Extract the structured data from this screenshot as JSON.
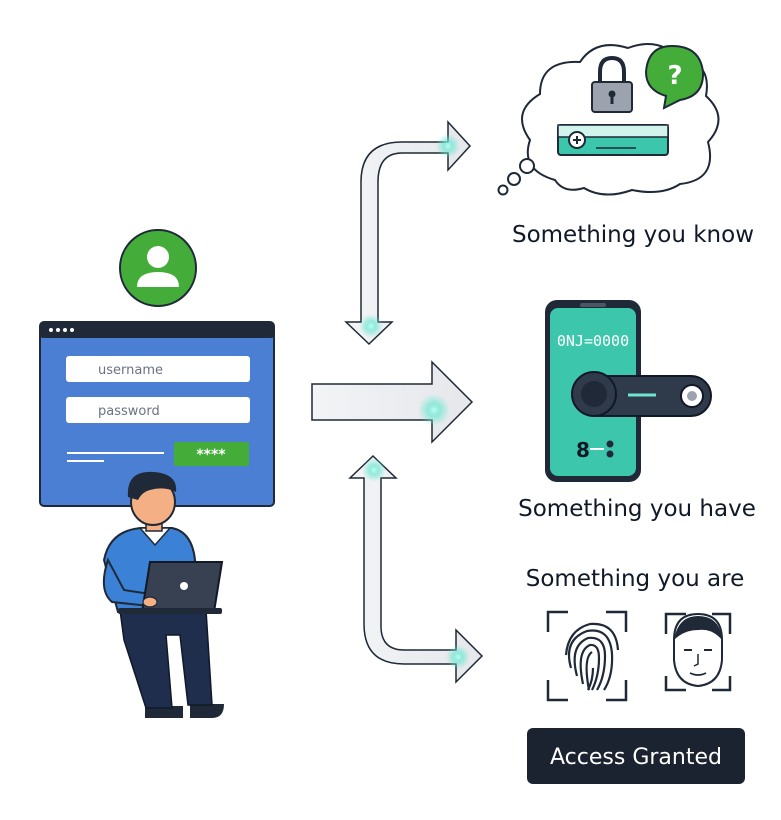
{
  "login": {
    "username_placeholder": "username",
    "password_placeholder": "password",
    "button_label": "****"
  },
  "factors": {
    "know": "Something you know",
    "have": "Something you have",
    "are": "Something you are"
  },
  "phone": {
    "code": "0NJ=0000"
  },
  "result": {
    "label": "Access Granted"
  },
  "colors": {
    "accent_green": "#44ad3a",
    "browser_blue": "#4a7fd4",
    "arrow_glow": "#6ee7d2",
    "teal": "#3cc7ad",
    "dark_navy": "#1b2230"
  }
}
